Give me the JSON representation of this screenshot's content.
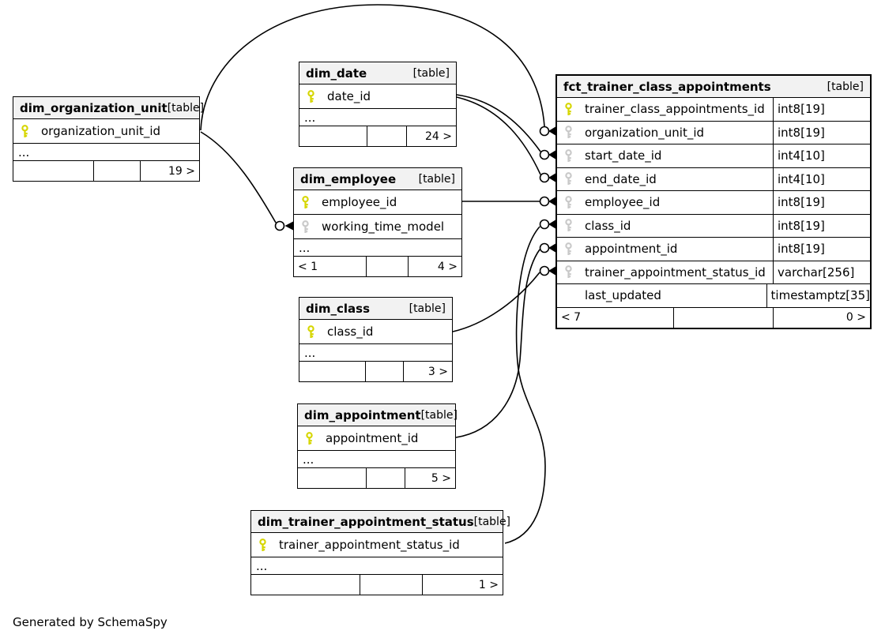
{
  "page": {
    "credit": "Generated by SchemaSpy"
  },
  "colors": {
    "pk_key": "#d6d600",
    "fk_key": "#c9c9c9",
    "header_bg": "#f2f2f2",
    "border": "#000000"
  },
  "tables": {
    "org": {
      "title": "dim_organization_unit",
      "tag": "[table]",
      "ellipsis": "...",
      "columns": [
        {
          "name": "organization_unit_id",
          "key": "pk"
        }
      ],
      "footer": {
        "left": "",
        "mid": "",
        "right": "19 >"
      }
    },
    "date": {
      "title": "dim_date",
      "tag": "[table]",
      "ellipsis": "...",
      "columns": [
        {
          "name": "date_id",
          "key": "pk"
        }
      ],
      "footer": {
        "left": "",
        "mid": "",
        "right": "24 >"
      }
    },
    "emp": {
      "title": "dim_employee",
      "tag": "[table]",
      "ellipsis": "...",
      "columns": [
        {
          "name": "employee_id",
          "key": "pk"
        },
        {
          "name": "working_time_model",
          "key": "fk"
        }
      ],
      "footer": {
        "left": "< 1",
        "mid": "",
        "right": "4 >"
      }
    },
    "cls": {
      "title": "dim_class",
      "tag": "[table]",
      "ellipsis": "...",
      "columns": [
        {
          "name": "class_id",
          "key": "pk"
        }
      ],
      "footer": {
        "left": "",
        "mid": "",
        "right": "3 >"
      }
    },
    "appt": {
      "title": "dim_appointment",
      "tag": "[table]",
      "ellipsis": "...",
      "columns": [
        {
          "name": "appointment_id",
          "key": "pk"
        }
      ],
      "footer": {
        "left": "",
        "mid": "",
        "right": "5 >"
      }
    },
    "status": {
      "title": "dim_trainer_appointment_status",
      "tag": "[table]",
      "ellipsis": "...",
      "columns": [
        {
          "name": "trainer_appointment_status_id",
          "key": "pk"
        }
      ],
      "footer": {
        "left": "",
        "mid": "",
        "right": "1 >"
      }
    },
    "fct": {
      "title": "fct_trainer_class_appointments",
      "tag": "[table]",
      "ellipsis": "",
      "columns": [
        {
          "name": "trainer_class_appointments_id",
          "type": "int8[19]",
          "key": "pk"
        },
        {
          "name": "organization_unit_id",
          "type": "int8[19]",
          "key": "fk"
        },
        {
          "name": "start_date_id",
          "type": "int4[10]",
          "key": "fk"
        },
        {
          "name": "end_date_id",
          "type": "int4[10]",
          "key": "fk"
        },
        {
          "name": "employee_id",
          "type": "int8[19]",
          "key": "fk"
        },
        {
          "name": "class_id",
          "type": "int8[19]",
          "key": "fk"
        },
        {
          "name": "appointment_id",
          "type": "int8[19]",
          "key": "fk"
        },
        {
          "name": "trainer_appointment_status_id",
          "type": "varchar[256]",
          "key": "fk"
        },
        {
          "name": "last_updated",
          "type": "timestamptz[35]",
          "key": ""
        }
      ],
      "footer": {
        "left": "< 7",
        "mid": "",
        "right": "0 >"
      }
    }
  },
  "relationships": [
    {
      "from": "dim_organization_unit.organization_unit_id",
      "to": "fct_trainer_class_appointments.organization_unit_id"
    },
    {
      "from": "dim_organization_unit.organization_unit_id",
      "to": "dim_employee.working_time_model"
    },
    {
      "from": "dim_date.date_id",
      "to": "fct_trainer_class_appointments.start_date_id"
    },
    {
      "from": "dim_date.date_id",
      "to": "fct_trainer_class_appointments.end_date_id"
    },
    {
      "from": "dim_employee.employee_id",
      "to": "fct_trainer_class_appointments.employee_id"
    },
    {
      "from": "dim_class.class_id",
      "to": "fct_trainer_class_appointments.class_id"
    },
    {
      "from": "dim_appointment.appointment_id",
      "to": "fct_trainer_class_appointments.appointment_id"
    },
    {
      "from": "dim_trainer_appointment_status.trainer_appointment_status_id",
      "to": "fct_trainer_class_appointments.trainer_appointment_status_id"
    }
  ]
}
